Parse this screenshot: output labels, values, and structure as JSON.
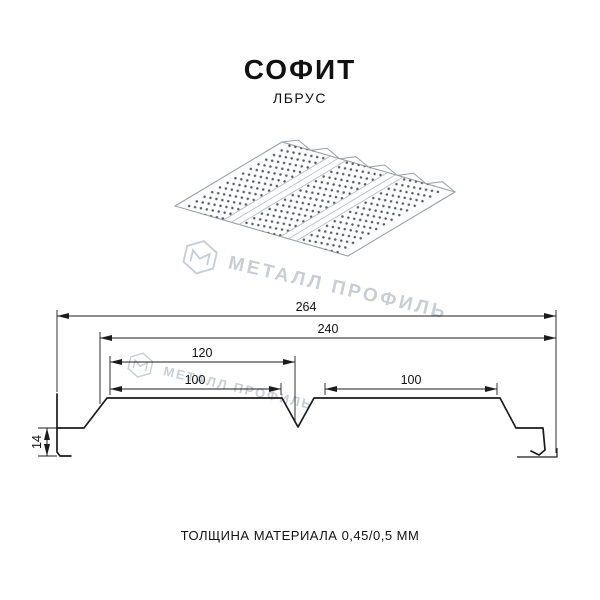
{
  "header": {
    "title": "СОФИТ",
    "subtitle": "ЛБРУС"
  },
  "watermark": {
    "text": "МЕТАЛЛ ПРОФИЛЬ"
  },
  "dimensions": {
    "overall_width": "264",
    "cover_width": "240",
    "half_width": "120",
    "flat_left": "100",
    "flat_right": "100",
    "height": "14"
  },
  "footer": {
    "note": "ТОЛЩИНА МАТЕРИАЛА 0,45/0,5 ММ"
  },
  "colors": {
    "line": "#1c1c1c",
    "outline_gray": "#9aa1a8",
    "watermark": "#c9ced4",
    "perforation": "#565c63"
  }
}
